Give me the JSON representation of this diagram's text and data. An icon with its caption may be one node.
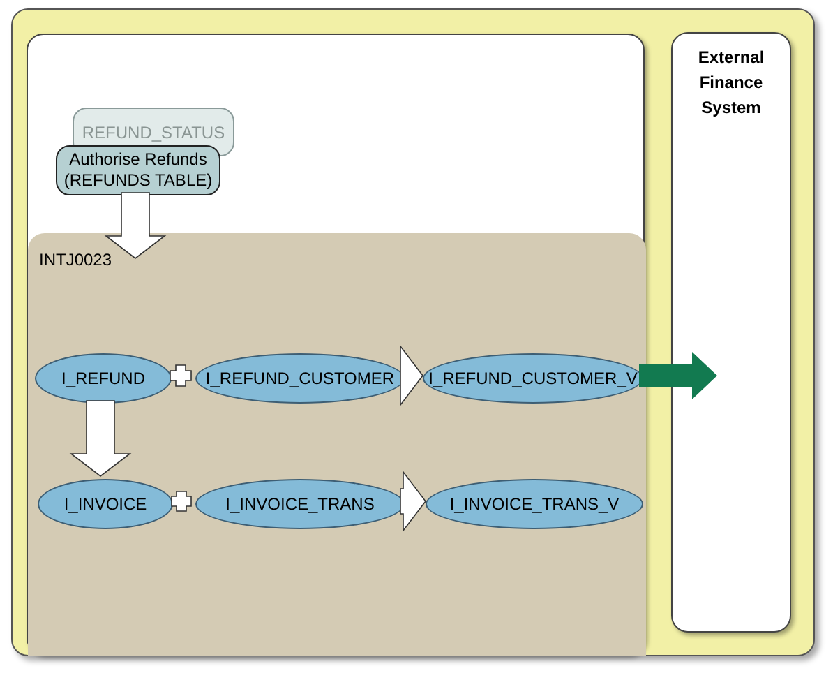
{
  "diagram": {
    "nodes": [
      {
        "text": [],
        "shape": "box"
      },
      {
        "text": [],
        "shape": "box",
        "in": 0
      },
      {
        "text": [
          "REFUND_STATUS"
        ],
        "in": 1
      },
      {
        "text": [
          "Authorise Refunds (REFUNDS TABLE)"
        ],
        "in": 1
      },
      {
        "text": [
          "INTJ0023"
        ],
        "in": 1
      },
      {
        "text": [
          "I_REFUND"
        ],
        "in": 4
      },
      {
        "text": [
          "I_REFUND_CUSTOMER"
        ],
        "in": 4
      },
      {
        "text": [
          "I_REFUND_CUSTOMER_V"
        ],
        "in": 4
      },
      {
        "text": [
          "I_INVOICE"
        ],
        "in": 4
      },
      {
        "text": [
          "I_INVOICE_TRANS"
        ],
        "in": 4
      },
      {
        "text": [
          "I_INVOICE_TRANS_V"
        ],
        "in": 4
      },
      {
        "text": [
          "External Finance System"
        ],
        "in": 0
      }
    ],
    "edges": [
      {
        "from": 3,
        "to": 4,
        "arrow": "to"
      },
      {
        "from": 5,
        "to": 6,
        "arrow": "none"
      },
      {
        "from": 6,
        "to": 7,
        "arrow": "to"
      },
      {
        "from": 5,
        "to": 8,
        "arrow": "to"
      },
      {
        "from": 8,
        "to": 9,
        "arrow": "none"
      },
      {
        "from": 9,
        "to": 10,
        "arrow": "to"
      },
      {
        "from": 7,
        "to": 11,
        "arrow": "to",
        "color": "#127a50"
      }
    ]
  }
}
